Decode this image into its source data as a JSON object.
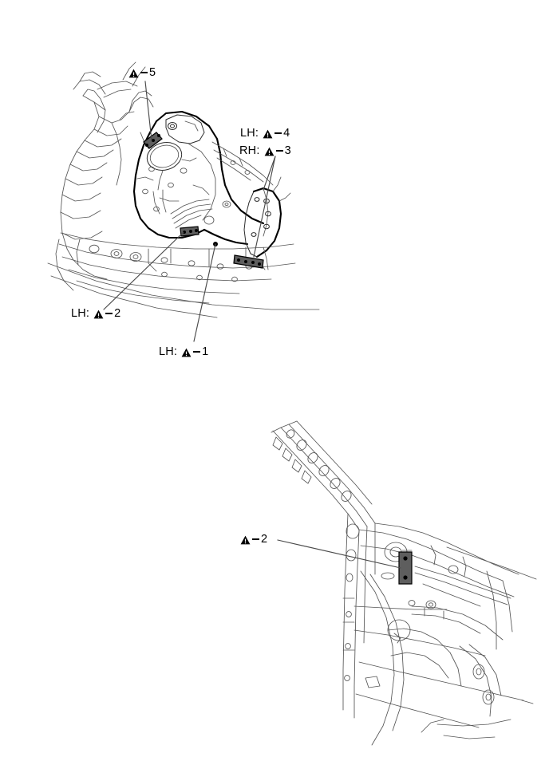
{
  "page": {
    "background_color": "#ffffff",
    "line_color": "#2b2b2b",
    "weld_fill_color": "#5e5e5e",
    "marker_color": "#000000"
  },
  "figures": [
    {
      "id": "upper",
      "name": "front-fender-apron-and-shock-tower-view",
      "callouts": [
        {
          "id": "callout-5",
          "side": "",
          "marker": "warning-triangle-icon",
          "dash": "−",
          "number": "5"
        },
        {
          "id": "callout-4",
          "side": "LH:",
          "marker": "warning-triangle-icon",
          "dash": "−",
          "number": "4"
        },
        {
          "id": "callout-3",
          "side": "RH:",
          "marker": "warning-triangle-icon",
          "dash": "−",
          "number": "3"
        },
        {
          "id": "callout-2u",
          "side": "LH:",
          "marker": "warning-triangle-icon",
          "dash": "−",
          "number": "2"
        },
        {
          "id": "callout-1",
          "side": "LH:",
          "marker": "warning-triangle-icon",
          "dash": "−",
          "number": "1"
        }
      ]
    },
    {
      "id": "lower",
      "name": "center-pillar-and-rocker-view",
      "callouts": [
        {
          "id": "callout-2l",
          "side": "",
          "marker": "warning-triangle-icon",
          "dash": "−",
          "number": "2"
        }
      ]
    }
  ],
  "callouts": {
    "c5": {
      "side": "",
      "number": "5"
    },
    "c4": {
      "side": "LH:",
      "number": "4"
    },
    "c3": {
      "side": "RH:",
      "number": "3"
    },
    "c2u": {
      "side": "LH:",
      "number": "2"
    },
    "c1": {
      "side": "LH:",
      "number": "1"
    },
    "c2l": {
      "side": "",
      "number": "2"
    }
  }
}
